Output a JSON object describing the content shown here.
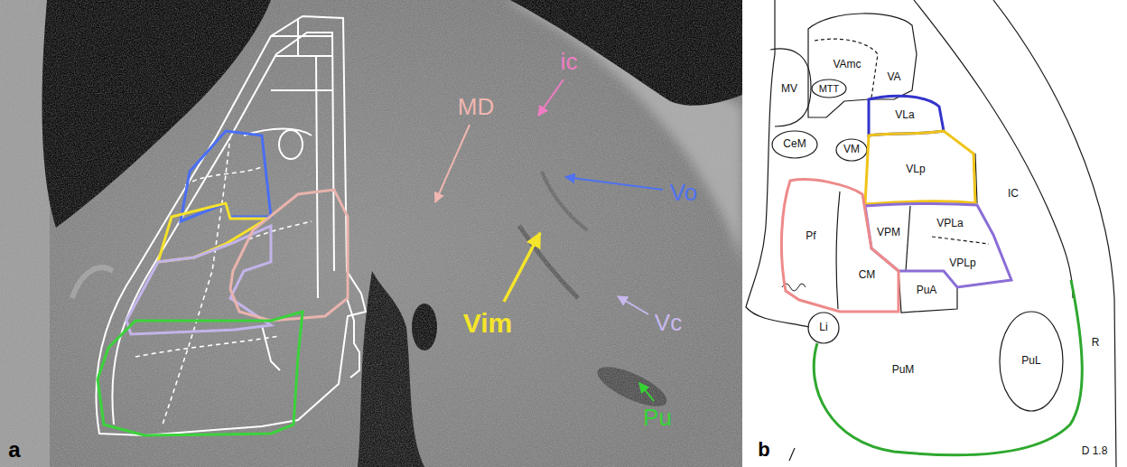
{
  "diagram": {
    "labels": [
      "MD",
      "ic",
      "Vo",
      "Vim",
      "Vc",
      "Pu",
      "a",
      "MV",
      "VAmc",
      "VA",
      "MTT",
      "CeM",
      "VM",
      "VLa",
      "VLp",
      "Pf",
      "CM",
      "VPM",
      "VPLa",
      "VPLp",
      "PuA",
      "Li",
      "PuM",
      "PuL",
      "IC",
      "R",
      "D 1.8",
      "b"
    ]
  }
}
